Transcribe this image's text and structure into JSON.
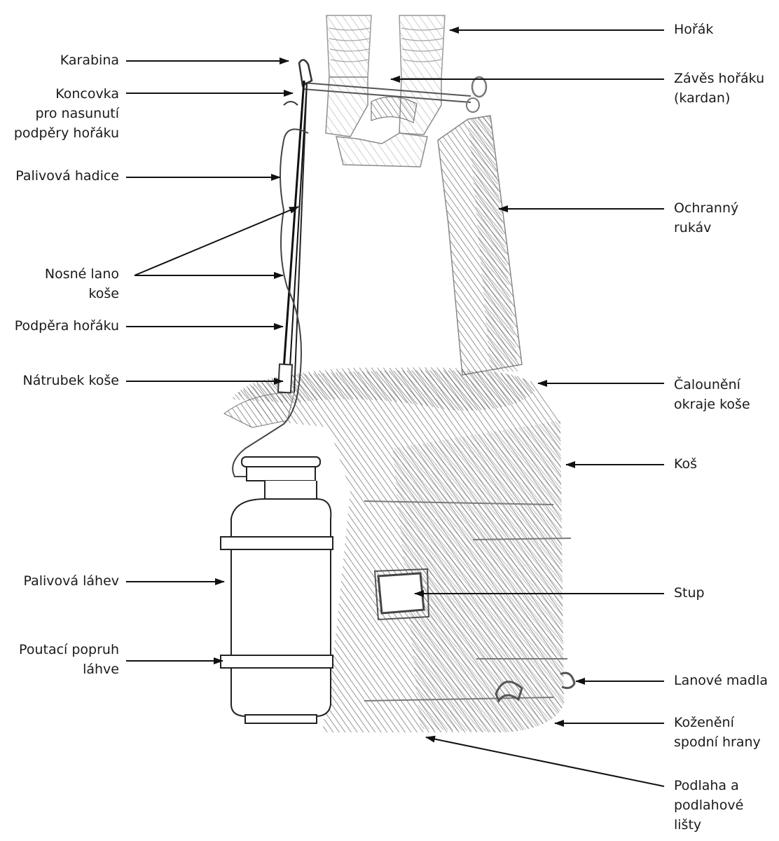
{
  "labels": {
    "horak": "Hořák",
    "karabina": "Karabina",
    "koncovka": "Koncovka\npro nasunutí\npodpěry hořáku",
    "zaves": "Závěs hořáku\n(kardan)",
    "palivova_hadice": "Palivová hadice",
    "ochranny_rukav": "Ochranný rukáv",
    "nosne_lano": "Nosné lano\nkoše",
    "podpera": "Podpěra hořáku",
    "natrubek": "Nátrubek koše",
    "calouneni": "Čalounění\nokraje koše",
    "kos": "Koš",
    "palivova_lahev": "Palivová láhev",
    "stup": "Stup",
    "poutaci_popruh": "Poutací popruh\nláhve",
    "lanove_madla": "Lanové madla",
    "kozeneni": "Koženění\nspodní hrany",
    "podlaha": "Podlaha a\npodlahové\nlišty"
  },
  "colors": {
    "ink": "#1a1a1a",
    "sketch": "#5a5a5a",
    "sketch_light": "#9a9a9a"
  }
}
